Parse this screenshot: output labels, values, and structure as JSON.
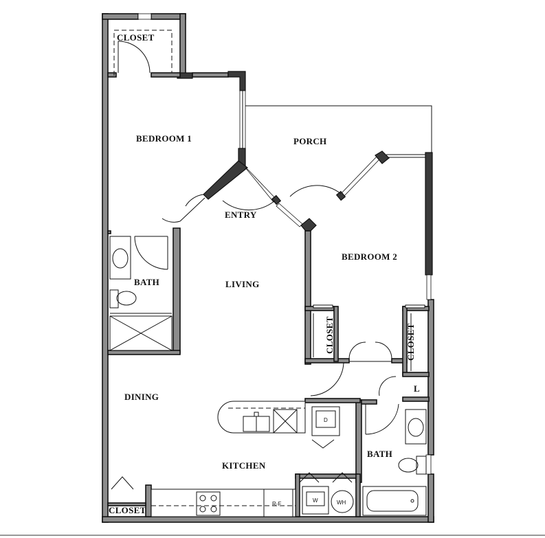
{
  "rooms": {
    "closet_top": "CLOSET",
    "bedroom1": "BEDROOM 1",
    "porch": "PORCH",
    "entry": "ENTRY",
    "bedroom2": "BEDROOM 2",
    "bath_left": "BATH",
    "living": "LIVING",
    "closet_mid_left": "CLOSET",
    "closet_mid_right": "CLOSET",
    "linen": "L",
    "dining": "DINING",
    "bath_right": "BATH",
    "kitchen": "KITCHEN",
    "closet_bottom": "CLOSET"
  },
  "appliances": {
    "dishwasher": "D",
    "fridge": "R-F",
    "washer": "W",
    "water_heater": "WH"
  }
}
